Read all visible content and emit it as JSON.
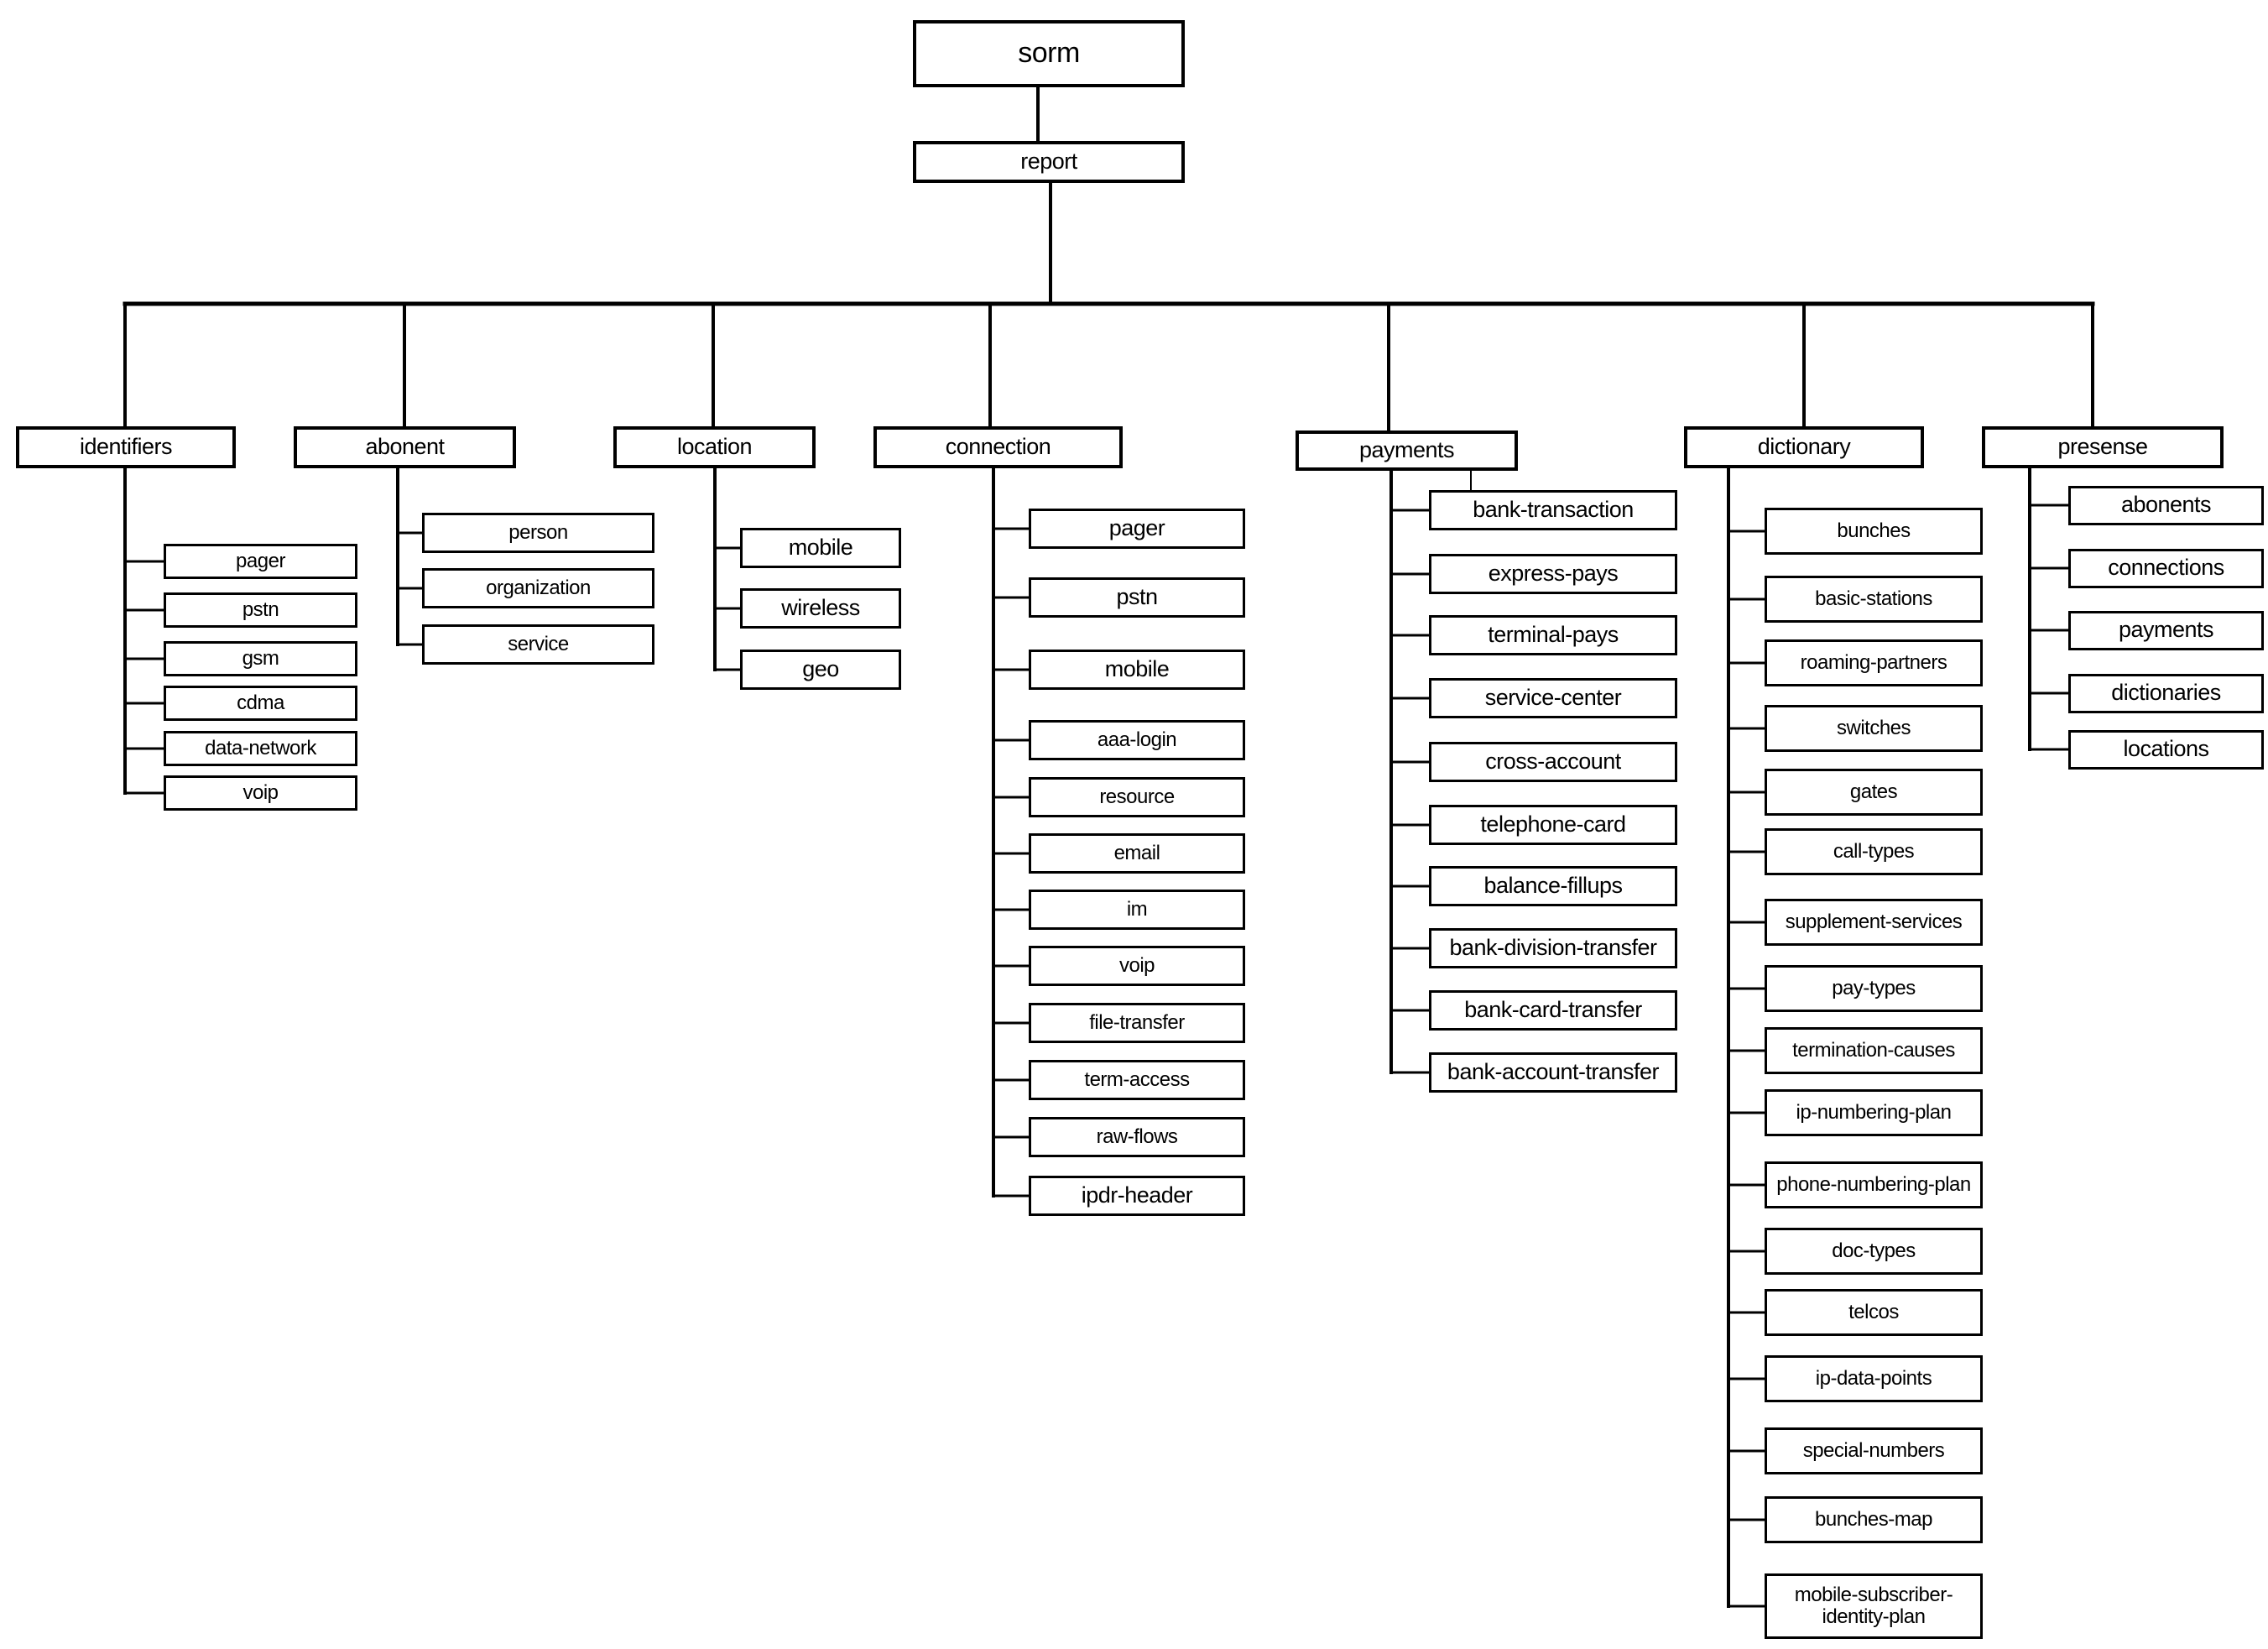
{
  "root": "sorm",
  "report": "report",
  "categories": [
    {
      "label": "identifiers",
      "children": [
        "pager",
        "pstn",
        "gsm",
        "cdma",
        "data-network",
        "voip"
      ]
    },
    {
      "label": "abonent",
      "children": [
        "person",
        "organization",
        "service"
      ]
    },
    {
      "label": "location",
      "children": [
        "mobile",
        "wireless",
        "geo"
      ]
    },
    {
      "label": "connection",
      "children": [
        "pager",
        "pstn",
        "mobile",
        "aaa-login",
        "resource",
        "email",
        "im",
        "voip",
        "file-transfer",
        "term-access",
        "raw-flows",
        "ipdr-header"
      ]
    },
    {
      "label": "payments",
      "children": [
        "bank-transaction",
        "express-pays",
        "terminal-pays",
        "service-center",
        "cross-account",
        "telephone-card",
        "balance-fillups",
        "bank-division-transfer",
        "bank-card-transfer",
        "bank-account-transfer"
      ]
    },
    {
      "label": "dictionary",
      "children": [
        "bunches",
        "basic-stations",
        "roaming-partners",
        "switches",
        "gates",
        "call-types",
        "supplement-services",
        "pay-types",
        "termination-causes",
        "ip-numbering-plan",
        "phone-numbering-plan",
        "doc-types",
        "telcos",
        "ip-data-points",
        "special-numbers",
        "bunches-map",
        "mobile-subscriber-identity-plan"
      ]
    },
    {
      "label": "presense",
      "children": [
        "abonents",
        "connections",
        "payments",
        "dictionaries",
        "locations"
      ]
    }
  ]
}
